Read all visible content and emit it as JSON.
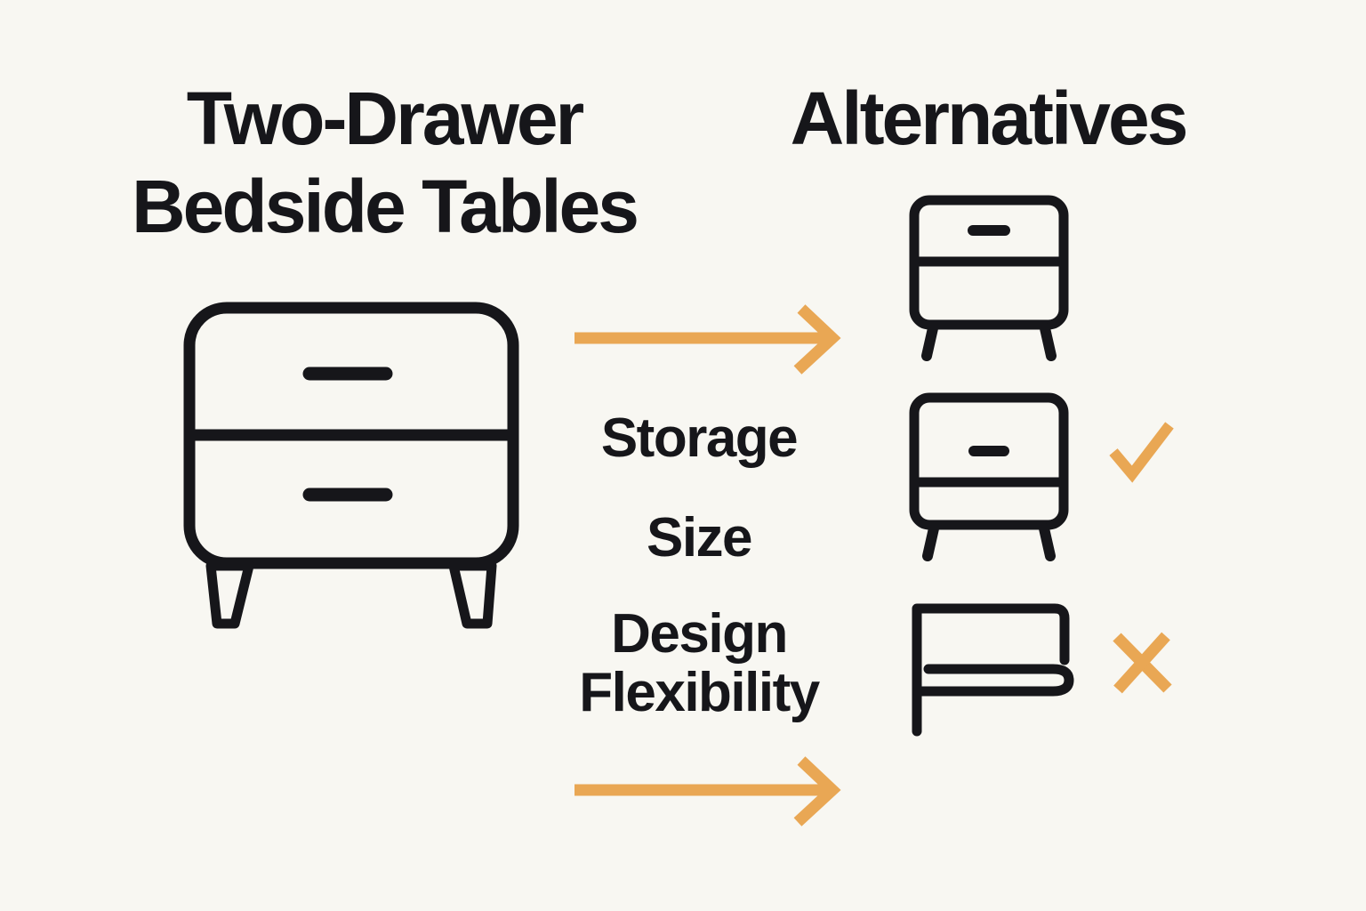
{
  "colors": {
    "background": "#F8F7F2",
    "ink": "#16161A",
    "accent": "#E9A754"
  },
  "left": {
    "title_line1": "Two-Drawer",
    "title_line2": "Bedside Tables",
    "icon": "two-drawer-bedside-table"
  },
  "comparison": {
    "arrow_top": "arrow-right",
    "labels": [
      {
        "text": "Storage"
      },
      {
        "text": "Size"
      },
      {
        "text": "Design Flexibility"
      }
    ],
    "arrow_bottom": "arrow-right"
  },
  "right": {
    "title": "Alternatives",
    "items": [
      {
        "icon": "two-drawer-nightstand",
        "verdict": ""
      },
      {
        "icon": "nightstand-with-drawer-and-shelf",
        "verdict": "check"
      },
      {
        "icon": "bed-frame",
        "verdict": "cross"
      }
    ]
  }
}
